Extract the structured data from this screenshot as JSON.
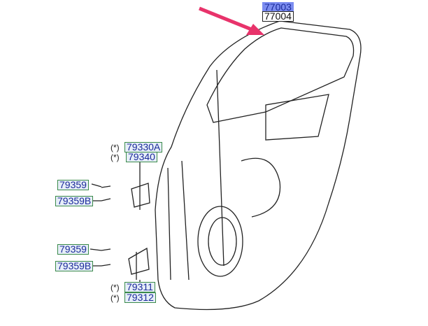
{
  "parts": {
    "p77003": "77003",
    "p77004": "77004",
    "p79330A": "79330A",
    "p79340": "79340",
    "p79359_upper": "79359",
    "p79359B_upper": "79359B",
    "p79359_lower": "79359",
    "p79359B_lower": "79359B",
    "p79311": "79311",
    "p79312": "79312"
  },
  "marker": "(*)",
  "colors": {
    "arrow": "#e8336b",
    "label_fill": "#e6eef8",
    "label_border": "#3a8a4a",
    "highlight": "#7b8cf0"
  }
}
